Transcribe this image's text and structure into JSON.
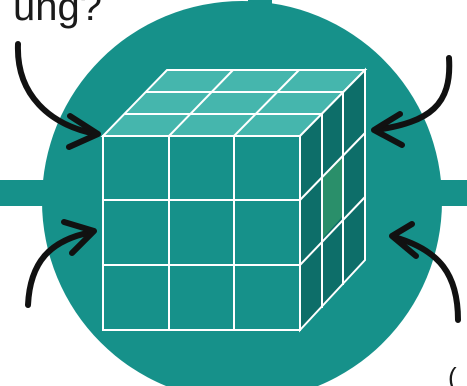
{
  "texts": {
    "top_left_fragment": "ung?",
    "bottom_right_fragment": "("
  },
  "cube": {
    "rows": 3,
    "cols": 3,
    "highlighted_side_cell": {
      "row": 2,
      "col": 2
    }
  },
  "colors": {
    "background": "#ffffff",
    "circle": "#16918a",
    "connectors": "#16918a",
    "cube_front": "#16918a",
    "cube_top": "#45b6ad",
    "cube_side": "#0d6e69",
    "highlight": "#2a8f6a",
    "grid_line": "#ffffff",
    "arrows": "#111111"
  },
  "icons": {
    "cube": "rubiks-cube-icon",
    "arrows": "curved-arrow-icon"
  }
}
